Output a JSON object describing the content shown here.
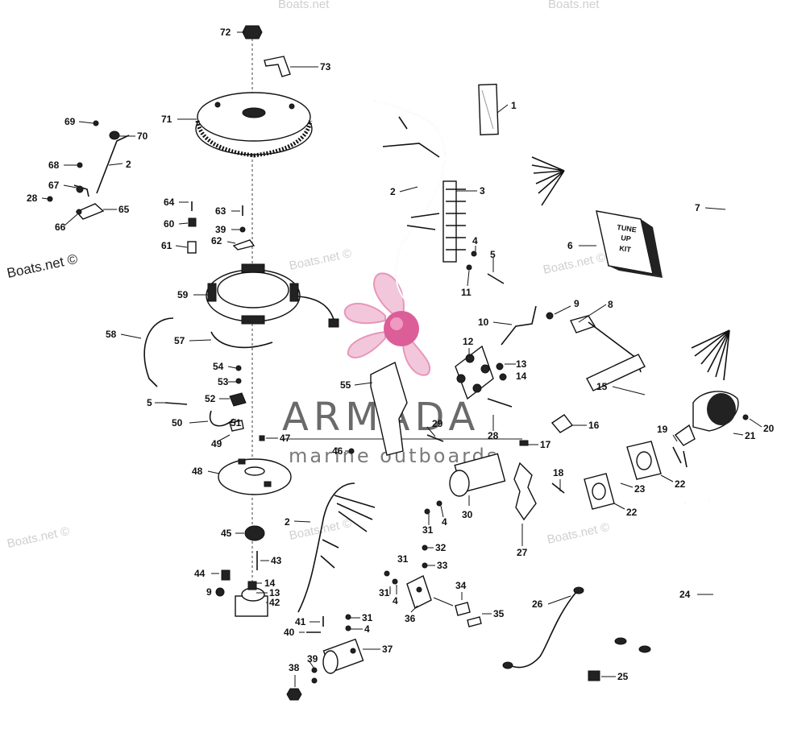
{
  "watermarks": {
    "site": "Boats.net ©",
    "site_short": "Boats.net",
    "brand": "ARMADA",
    "brand_sub": "marine outboards"
  },
  "kit_label": [
    "TUNE",
    "UP",
    "KIT"
  ],
  "callouts": {
    "c72": "72",
    "c73": "73",
    "c1": "1",
    "c71": "71",
    "c69": "69",
    "c70": "70",
    "c2a": "2",
    "c68": "68",
    "c67": "67",
    "c28a": "28",
    "c65": "65",
    "c66": "66",
    "c2b": "2",
    "c3": "3",
    "c64": "64",
    "c63": "63",
    "c60": "60",
    "c39a": "39",
    "c62": "62",
    "c61": "61",
    "c4a": "4",
    "c5a": "5",
    "c11": "11",
    "c6": "6",
    "c7": "7",
    "c59": "59",
    "c9a": "9",
    "c8": "8",
    "c10": "10",
    "c58": "58",
    "c57": "57",
    "c12": "12",
    "c13a": "13",
    "c14a": "14",
    "c54": "54",
    "c53": "53",
    "c55": "55",
    "c5b": "5",
    "c52": "52",
    "c15": "15",
    "c50": "50",
    "c51": "51",
    "c28b": "28",
    "c29": "29",
    "c16": "16",
    "c19": "19",
    "c20": "20",
    "c21": "21",
    "c49": "49",
    "c47": "47",
    "c46": "46",
    "c17": "17",
    "c48": "48",
    "c18": "18",
    "c23": "23",
    "c22a": "22",
    "c22b": "22",
    "c30": "30",
    "c4b": "4",
    "c31a": "31",
    "c2c": "2",
    "c45": "45",
    "c27": "27",
    "c43": "43",
    "c32": "32",
    "c33": "33",
    "c31b": "31",
    "c44": "44",
    "c14b": "14",
    "c13b": "13",
    "c31c": "31",
    "c4c": "4",
    "c34": "34",
    "c9b": "9",
    "c42": "42",
    "c24": "24",
    "c26": "26",
    "c36": "36",
    "c35": "35",
    "c41": "41",
    "c31d": "31",
    "c40": "40",
    "c4d": "4",
    "c37": "37",
    "c39b": "39",
    "c38": "38",
    "c25": "25"
  }
}
